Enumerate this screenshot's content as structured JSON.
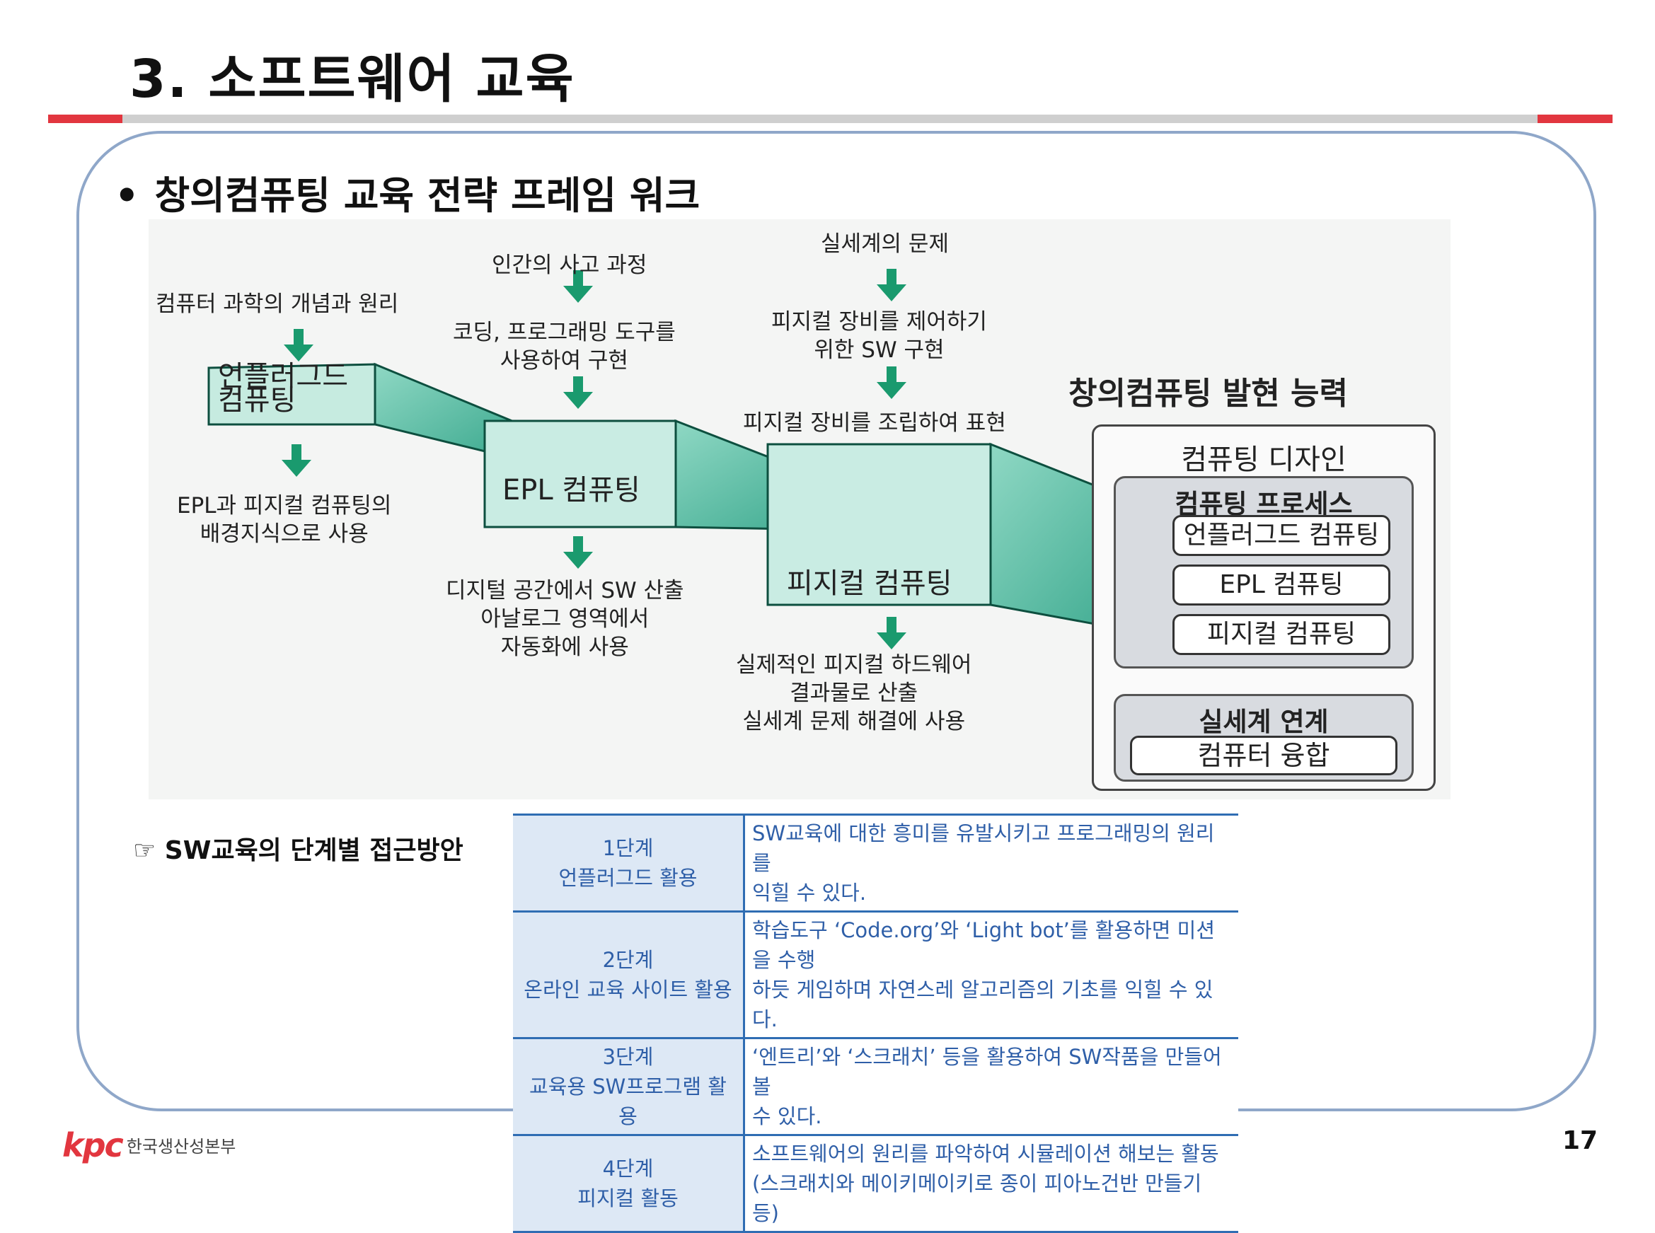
{
  "slide": {
    "title": "3. 소프트웨어 교육",
    "subtitle_bullet": "•",
    "subtitle": "창의컴퓨팅 교육 전략 프레임 워크",
    "page_number": "17",
    "logo_text": "kpc",
    "org_name": "한국생산성본부"
  },
  "diagram": {
    "unplugged": {
      "input": "컴퓨터 과학의 개념과 원리",
      "box": "언플러그드\n컴퓨팅",
      "output": "EPL과 피지컬 컴퓨팅의\n배경지식으로 사용"
    },
    "epl": {
      "input1": "인간의 사고 과정",
      "input2": "코딩, 프로그래밍 도구를\n사용하여 구현",
      "box": "EPL 컴퓨팅",
      "output": "디지털 공간에서 SW 산출\n아날로그 영역에서\n자동화에 사용"
    },
    "physical": {
      "input1": "실세계의 문제",
      "input2": "피지컬 장비를 제어하기\n위한 SW 구현",
      "input3": "피지컬 장비를 조립하여 표현",
      "box": "피지컬 컴퓨팅",
      "output": "실제적인 피지컬 하드웨어\n결과물로 산출\n실세계 문제 해결에 사용"
    },
    "ability": {
      "title": "창의컴퓨팅 발현 능력",
      "design": "컴퓨팅 디자인",
      "process": "컴퓨팅 프로세스",
      "items": [
        "언플러그드 컴퓨팅",
        "EPL 컴퓨팅",
        "피지컬 컴퓨팅"
      ],
      "link_title": "실세계 연계",
      "link_item": "컴퓨터 융합"
    },
    "colors": {
      "arrow": "#1a9a6e",
      "beam_front": "#c9ece3",
      "beam_side": "#5fc0a8",
      "beam_top": "#3aa98d"
    }
  },
  "approach_label": "☞ SW교육의 단계별 접근방안",
  "steps": [
    {
      "stage": "1단계",
      "name": "언플러그드 활용",
      "desc1": "SW교육에 대한 흥미를 유발시키고 프로그래밍의 원리를",
      "desc2": "익힐 수 있다."
    },
    {
      "stage": "2단계",
      "name": "온라인 교육 사이트 활용",
      "desc1": "학습도구 ‘Code.org’와 ‘Light bot’를 활용하면 미션을 수행",
      "desc2": "하듯 게임하며 자연스레 알고리즘의 기초를 익힐 수 있다."
    },
    {
      "stage": "3단계",
      "name": "교육용 SW프로그램 활용",
      "desc1": "‘엔트리’와 ‘스크래치’ 등을 활용하여 SW작품을 만들어 볼",
      "desc2": "수 있다."
    },
    {
      "stage": "4단계",
      "name": "피지컬 활동",
      "desc1": "소프트웨어의 원리를 파악하여 시뮬레이션 해보는 활동",
      "desc2": "(스크래치와 메이키메이키로 종이 피아노건반 만들기 등)"
    }
  ]
}
